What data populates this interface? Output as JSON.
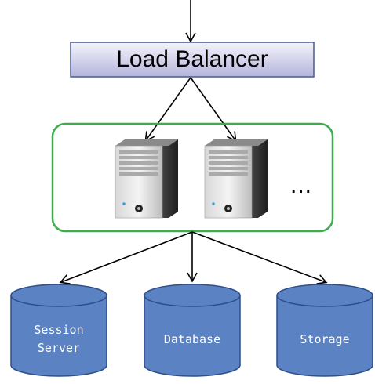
{
  "load_balancer": {
    "label": "Load Balancer"
  },
  "server_pool": {
    "more_indicator": "..."
  },
  "storage_nodes": [
    {
      "label": "Session\nServer"
    },
    {
      "label": "Database"
    },
    {
      "label": "Storage"
    }
  ],
  "colors": {
    "lb_fill_top": "#f0f0fa",
    "lb_fill_bottom": "#b6b6dc",
    "lb_border": "#4a5a8c",
    "pool_border": "#3cac4c",
    "cylinder_fill": "#5b83c4",
    "cylinder_border": "#2e4f8a",
    "cylinder_text": "#ffffff",
    "arrow": "#000000"
  }
}
